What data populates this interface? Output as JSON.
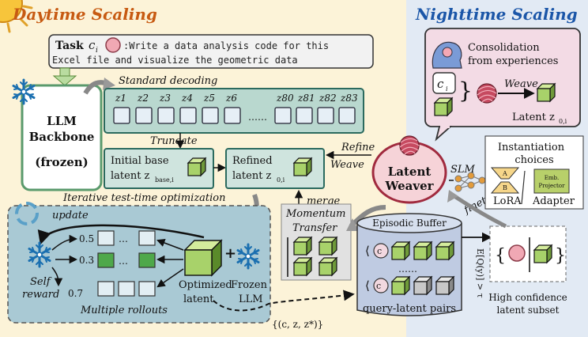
{
  "sections": {
    "day_title": "Daytime Scaling",
    "night_title": "Nighttime Scaling"
  },
  "task": {
    "label": "Task",
    "var": "c",
    "sub": "i",
    "line1": ":Write a data analysis code for this",
    "line2": "Excel file and visualize the geometric data"
  },
  "llm": {
    "line1": "LLM",
    "line2": "Backbone",
    "line3": "(frozen)"
  },
  "decoding": {
    "label": "Standard decoding",
    "tokens_left": [
      "z1",
      "z2",
      "z3",
      "z4",
      "z5",
      "z6"
    ],
    "ellipsis": "……",
    "tokens_right": [
      "z80",
      "z81",
      "z82",
      "z83"
    ]
  },
  "truncate": "Truncate",
  "initial": {
    "line1": "Initial base",
    "line2": "latent z",
    "sub": "base,i"
  },
  "refined": {
    "line1": "Refined",
    "line2": "latent z",
    "sub": "0,i"
  },
  "refine_weave": {
    "line1": "Refine",
    "line2": "Weave"
  },
  "latent_weaver": {
    "line1": "Latent",
    "line2": "Weaver"
  },
  "merge": "merge",
  "iterative": "Iterative test-time optimization",
  "update": "update",
  "self_reward": {
    "line1": "Self",
    "line2": "reward"
  },
  "rollouts": {
    "rewards": [
      "0.5",
      "0.3",
      "0.7"
    ],
    "ellipsis": "…",
    "label": "Multiple rollouts"
  },
  "optimized": {
    "line1": "Optimized",
    "line2": "latent"
  },
  "frozen_llm": {
    "line1": "Frozen",
    "line2": "LLM"
  },
  "momentum": {
    "line1": "Momentum",
    "line2": "Transfer"
  },
  "episodic": {
    "title": "Episodic Buffer",
    "ellipsis": "……",
    "label": "query-latent pairs",
    "row1": "c",
    "row1_sub": "i",
    "row2": "c",
    "row2_sub": "m"
  },
  "set_notation": "{(c, z, z*)}",
  "confidence_expr": "E[Q(y)] > τ",
  "high_conf": {
    "line1": "High confidence",
    "line2": "latent subset"
  },
  "consolidation": {
    "line1": "Consolidation",
    "line2": "from experiences",
    "ci": "c",
    "ci_sub": "i",
    "weave": "Weave",
    "latent": "Latent z",
    "latent_sub": "0,i"
  },
  "slm": "SLM",
  "instantiation": {
    "line1": "Instantiation",
    "line2": "choices"
  },
  "lora": {
    "label": "LoRA",
    "a": "A",
    "b": "B"
  },
  "adapter": {
    "label": "Adapter",
    "emb1": "Emb.",
    "emb2": "Projector"
  },
  "finetune": "finetune",
  "colors": {
    "day_bg": "#fcf3d8",
    "night_bg": "#e2eaf4",
    "teal": "#cfe4de",
    "teal_dark": "#2b6a5e",
    "title_orange": "#c75a12",
    "title_blue": "#1b56a8",
    "cube_green": "#a8d26a",
    "pink_box": "#f3dbe5",
    "weaver_pink": "#f6d3d8",
    "gray_box": "#e1e1e1"
  }
}
